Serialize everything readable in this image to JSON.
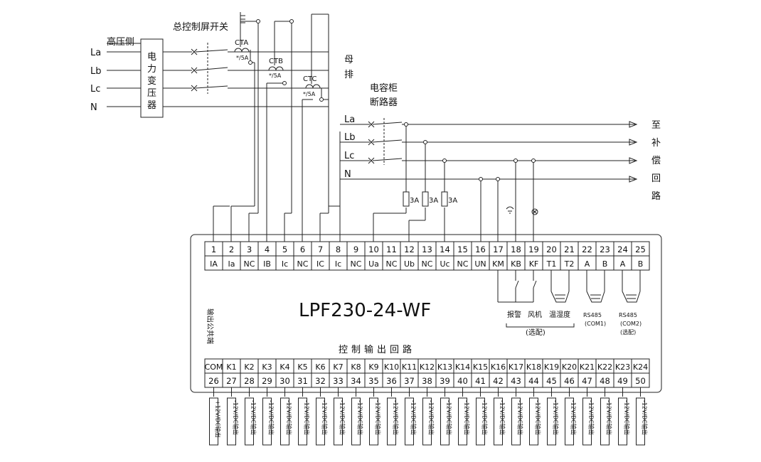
{
  "title": "LPF230-24-WF",
  "labels": {
    "high_voltage_side": "高压侧",
    "transformer": "电力变压器",
    "main_switch": "总控制屏开关",
    "busbar": "母排",
    "capacitor_breaker": "电容柜断路器",
    "to_compensation": "至补偿回路",
    "output_common": "输出公共端",
    "control_output": "控制输出回路",
    "alarm": "报警",
    "fan": "风机",
    "temp_humidity": "温湿度",
    "optional": "(选配)"
  },
  "source_lines": [
    "La",
    "Lb",
    "Lc",
    "N"
  ],
  "bus_lines": [
    "La",
    "Lb",
    "Lc",
    "N"
  ],
  "ct": [
    {
      "name": "CTA",
      "ratio": "*/5A"
    },
    {
      "name": "CTB",
      "ratio": "*/5A"
    },
    {
      "name": "CTC",
      "ratio": "*/5A"
    }
  ],
  "fuses": [
    "3A",
    "3A",
    "3A"
  ],
  "rs485": [
    {
      "name": "RS485",
      "port": "(COM1)",
      "note": ""
    },
    {
      "name": "RS485",
      "port": "(COM2)",
      "note": "(选配)"
    }
  ],
  "top_terminals": [
    {
      "num": "1",
      "label": "IA"
    },
    {
      "num": "2",
      "label": "Ia"
    },
    {
      "num": "3",
      "label": "NC"
    },
    {
      "num": "4",
      "label": "IB"
    },
    {
      "num": "5",
      "label": "Ic"
    },
    {
      "num": "6",
      "label": "NC"
    },
    {
      "num": "7",
      "label": "IC"
    },
    {
      "num": "8",
      "label": "Ic"
    },
    {
      "num": "9",
      "label": "NC"
    },
    {
      "num": "10",
      "label": "Ua"
    },
    {
      "num": "11",
      "label": "NC"
    },
    {
      "num": "12",
      "label": "Ub"
    },
    {
      "num": "13",
      "label": "NC"
    },
    {
      "num": "14",
      "label": "Uc"
    },
    {
      "num": "15",
      "label": "NC"
    },
    {
      "num": "16",
      "label": "UN"
    },
    {
      "num": "17",
      "label": "KM"
    },
    {
      "num": "18",
      "label": "KB"
    },
    {
      "num": "19",
      "label": "KF"
    },
    {
      "num": "20",
      "label": "T1"
    },
    {
      "num": "21",
      "label": "T2"
    },
    {
      "num": "22",
      "label": "A"
    },
    {
      "num": "23",
      "label": "B"
    },
    {
      "num": "24",
      "label": "A"
    },
    {
      "num": "25",
      "label": "B"
    }
  ],
  "bottom_terminals": [
    {
      "label": "COM",
      "num": "26"
    },
    {
      "label": "K1",
      "num": "27"
    },
    {
      "label": "K2",
      "num": "28"
    },
    {
      "label": "K3",
      "num": "29"
    },
    {
      "label": "K4",
      "num": "30"
    },
    {
      "label": "K5",
      "num": "31"
    },
    {
      "label": "K6",
      "num": "32"
    },
    {
      "label": "K7",
      "num": "33"
    },
    {
      "label": "K8",
      "num": "34"
    },
    {
      "label": "K9",
      "num": "35"
    },
    {
      "label": "K10",
      "num": "36"
    },
    {
      "label": "K11",
      "num": "37"
    },
    {
      "label": "K12",
      "num": "38"
    },
    {
      "label": "K13",
      "num": "39"
    },
    {
      "label": "K14",
      "num": "40"
    },
    {
      "label": "K15",
      "num": "41"
    },
    {
      "label": "K16",
      "num": "42"
    },
    {
      "label": "K17",
      "num": "43"
    },
    {
      "label": "K18",
      "num": "44"
    },
    {
      "label": "K19",
      "num": "45"
    },
    {
      "label": "K20",
      "num": "46"
    },
    {
      "label": "K21",
      "num": "47"
    },
    {
      "label": "K22",
      "num": "48"
    },
    {
      "label": "K23",
      "num": "49"
    },
    {
      "label": "K24",
      "num": "50"
    }
  ],
  "output_labels": {
    "first": "+12V/DC输出",
    "others": "-12V/DC输出"
  }
}
